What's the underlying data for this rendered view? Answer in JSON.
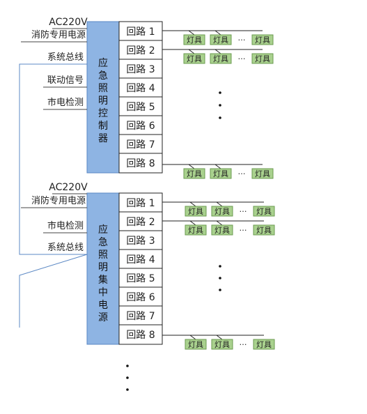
{
  "controller": {
    "title_chars": [
      "应",
      "急",
      "照",
      "明",
      "控",
      "制",
      "器"
    ],
    "inputs": [
      "AC220V",
      "消防专用电源",
      "系统总线",
      "联动信号",
      "市电检测"
    ],
    "circuits": [
      "回路 1",
      "回路 2",
      "回路 3",
      "回路 4",
      "回路 5",
      "回路 6",
      "回路 7",
      "回路 8"
    ]
  },
  "power_supply": {
    "title_chars": [
      "应",
      "急",
      "照",
      "明",
      "集",
      "中",
      "电",
      "源"
    ],
    "inputs": [
      "AC220V",
      "消防专用电源",
      "市电检测",
      "系统总线"
    ],
    "circuits": [
      "回路 1",
      "回路 2",
      "回路 3",
      "回路 4",
      "回路 5",
      "回路 6",
      "回路 7",
      "回路 8"
    ]
  },
  "lamp_label": "灯具",
  "ellipsis": "…",
  "colors": {
    "box_fill": "#8eb4e3",
    "box_stroke": "#5b88c4",
    "lamp_fill": "#a9d18e",
    "lamp_stroke": "#6a9a4f",
    "bus_line": "#5b88c4"
  }
}
